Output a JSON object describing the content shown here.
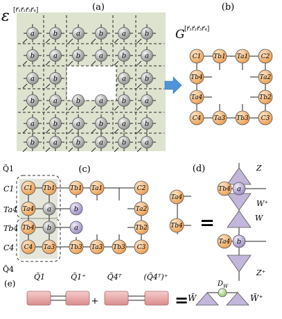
{
  "panels": {
    "a": {
      "tag": "(a)",
      "symbol": "ε",
      "superscript": "[r⃗₁r⃗₂r⃗₃r⃗₄]",
      "site_labels": [
        "a",
        "b"
      ]
    },
    "b": {
      "tag": "(b)",
      "symbol": "G",
      "superscript": "[r⃗₁r⃗₂r⃗₃r⃗₄]",
      "ring": [
        "C1",
        "Tb1",
        "Ta1",
        "C2",
        "Ta2",
        "Tb2",
        "C3",
        "Tb3",
        "Ta3",
        "C4",
        "Ta4",
        "Tb4"
      ]
    },
    "c": {
      "tag": "(c)",
      "q1_label": "Q̃1",
      "q4_label": "Q̃4",
      "col_left": [
        "C1",
        "Ta4",
        "Tb4",
        "C4"
      ],
      "col_mid": [
        "Tb1",
        "a",
        "b",
        "Ta3"
      ],
      "top_row": [
        "Tb1",
        "Ta1",
        "C2"
      ],
      "right_col": [
        "Ta2",
        "Tb2",
        "C3"
      ],
      "bottom_row": [
        "Tb3",
        "Ta3",
        "Tb3"
      ],
      "mid_sites": [
        "b",
        "a"
      ]
    },
    "d": {
      "tag": "(d)",
      "left_nodes": [
        "Ta4",
        "Tb4"
      ],
      "equals": "=",
      "right_nodes": [
        "Tb4",
        "a",
        "Ta4",
        "b"
      ],
      "iso_labels": [
        "Z",
        "W⁺",
        "W",
        "Z⁺"
      ]
    },
    "e": {
      "tag": "(e)",
      "labels": [
        "Q̃1",
        "Q̃1⁺",
        "Q̃4ᵀ",
        "(Q̃4ᵀ)⁺"
      ],
      "plus": "+",
      "equals": "=",
      "w_left": "W̃",
      "w_right": "W̃⁺",
      "d_label": "D",
      "d_sub": "W"
    }
  },
  "colors": {
    "panel_bg": "#dde3cf",
    "site_fill": "#b3b3b3",
    "orange_fill": "#f5c089",
    "purple_fill": "#c3b6db",
    "pink_fill": "#e9a9a9",
    "arrow": "#4f93d8",
    "green_dot": "#bde29c"
  }
}
